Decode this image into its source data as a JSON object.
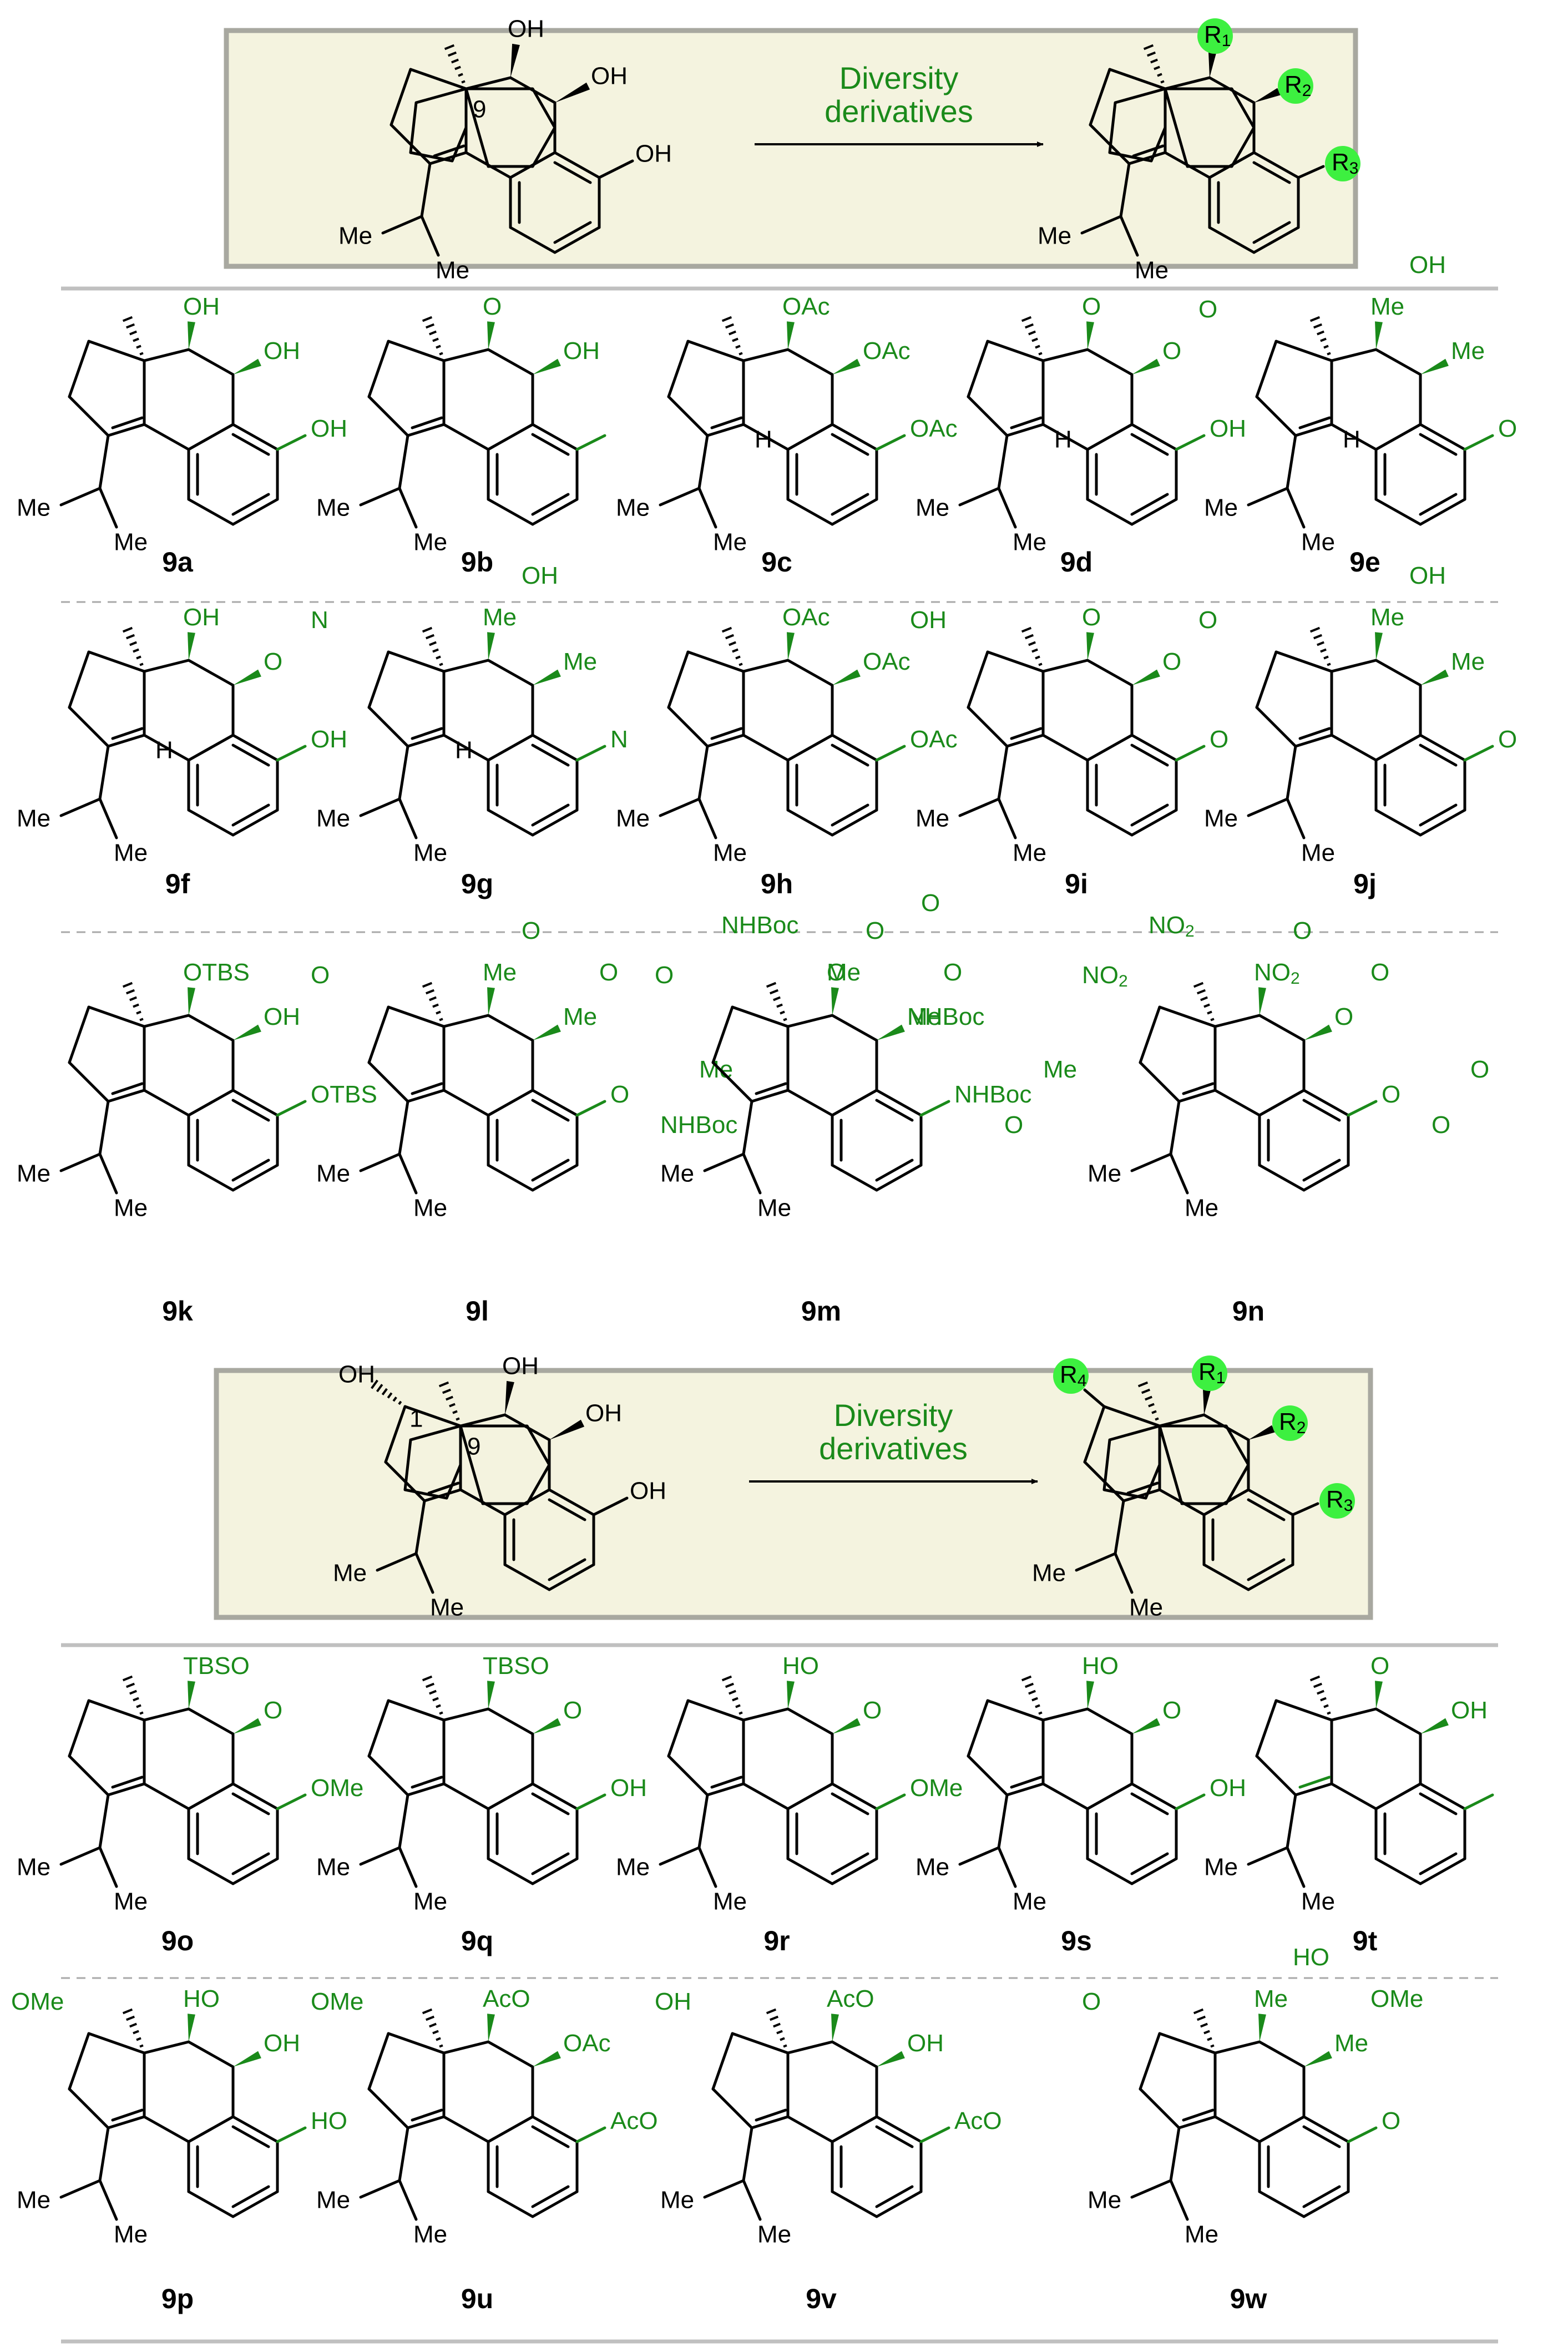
{
  "scheme_top": {
    "start_labels": {
      "oh_a": "OH",
      "oh_b": "OH",
      "oh_c": "OH",
      "c9": "9",
      "me_a": "Me",
      "me_b": "Me"
    },
    "arrow_text": [
      "Diversity",
      "derivatives"
    ],
    "product_labels": {
      "r1": "R1",
      "r2": "R2",
      "r3": "R3",
      "me_a": "Me",
      "me_b": "Me"
    }
  },
  "scheme_bottom": {
    "start_labels": {
      "oh_a": "OH",
      "oh_b": "OH",
      "oh_c": "OH",
      "oh_d": "OH",
      "c1": "1",
      "c9": "9",
      "me_a": "Me",
      "me_b": "Me"
    },
    "arrow_text": [
      "Diversity",
      "derivatives"
    ],
    "product_labels": {
      "r1": "R1",
      "r2": "R2",
      "r3": "R3",
      "r4": "R4",
      "me_a": "Me",
      "me_b": "Me"
    }
  },
  "compounds": [
    {
      "id": "9a",
      "labels": [
        "OH",
        "OH",
        "OH",
        "Me",
        "Me"
      ]
    },
    {
      "id": "9b",
      "labels": [
        "O",
        "OH",
        "Me",
        "Me"
      ]
    },
    {
      "id": "9c",
      "labels": [
        "OAc",
        "OAc",
        "OAc",
        "H",
        "Me",
        "Me"
      ]
    },
    {
      "id": "9d",
      "labels": [
        "O",
        "O",
        "OH",
        "H",
        "Me",
        "Me"
      ]
    },
    {
      "id": "9e",
      "labels": [
        "Me",
        "Me",
        "O",
        "O",
        "OH",
        "H",
        "Me",
        "Me"
      ]
    },
    {
      "id": "9f",
      "labels": [
        "OH",
        "O",
        "OH",
        "H",
        "Me",
        "Me"
      ]
    },
    {
      "id": "9g",
      "labels": [
        "Me",
        "Me",
        "N",
        "N",
        "OH",
        "H",
        "Me",
        "Me"
      ]
    },
    {
      "id": "9h",
      "labels": [
        "OAc",
        "OAc",
        "OAc",
        "Me",
        "Me"
      ]
    },
    {
      "id": "9i",
      "labels": [
        "O",
        "O",
        "O",
        "OH",
        "Me",
        "Me"
      ]
    },
    {
      "id": "9j",
      "labels": [
        "Me",
        "Me",
        "O",
        "O",
        "OH",
        "Me",
        "Me"
      ]
    },
    {
      "id": "9k",
      "labels": [
        "OTBS",
        "OH",
        "OTBS",
        "Me",
        "Me"
      ]
    },
    {
      "id": "9l",
      "labels": [
        "Me",
        "Me",
        "O",
        "O",
        "O",
        "O",
        "NHBoc",
        "Me",
        "Me",
        "Me"
      ]
    },
    {
      "id": "9m",
      "labels": [
        "Me",
        "NHBoc",
        "NHBoc",
        "O",
        "O",
        "O",
        "O",
        "Me",
        "NHBoc",
        "O",
        "O",
        "Me",
        "Me",
        "Me"
      ]
    },
    {
      "id": "9n",
      "labels": [
        "NO2",
        "O",
        "O",
        "NO2",
        "O",
        "O",
        "O",
        "O",
        "NO2",
        "Me",
        "Me"
      ]
    },
    {
      "id": "9o",
      "labels": [
        "TBSO",
        "O",
        "OMe",
        "Me",
        "Me"
      ]
    },
    {
      "id": "9q",
      "labels": [
        "TBSO",
        "O",
        "OH",
        "Me",
        "Me"
      ]
    },
    {
      "id": "9r",
      "labels": [
        "HO",
        "O",
        "OMe",
        "Me",
        "Me"
      ]
    },
    {
      "id": "9s",
      "labels": [
        "HO",
        "O",
        "OH",
        "Me",
        "Me"
      ]
    },
    {
      "id": "9t",
      "labels": [
        "O",
        "OH",
        "Me",
        "Me"
      ]
    },
    {
      "id": "9p",
      "labels": [
        "HO",
        "OH",
        "HO",
        "OMe",
        "Me",
        "Me"
      ]
    },
    {
      "id": "9u",
      "labels": [
        "AcO",
        "OAc",
        "AcO",
        "OMe",
        "Me",
        "Me"
      ]
    },
    {
      "id": "9v",
      "labels": [
        "AcO",
        "OH",
        "AcO",
        "OH",
        "Me",
        "Me"
      ]
    },
    {
      "id": "9w",
      "labels": [
        "Me",
        "Me",
        "O",
        "O",
        "HO",
        "OMe",
        "Me",
        "Me"
      ]
    }
  ],
  "colors": {
    "accent_green": "#1a8a1a",
    "bubble_green": "#3df040",
    "box_fill": "#f4f3df",
    "box_border": "#a8a8a0",
    "ring_pink": "#f8d8f2",
    "ring_blue": "#d8f4f8"
  }
}
